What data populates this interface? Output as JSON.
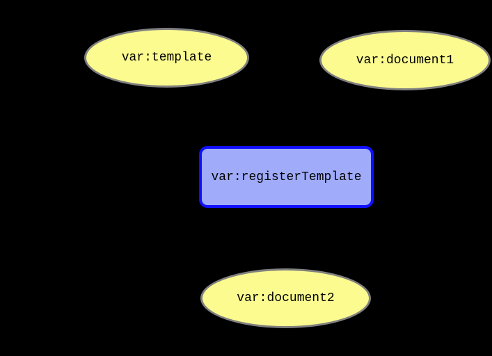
{
  "diagram": {
    "background_color": "#000000",
    "text_color": "#000000",
    "ellipse_fill_color": "#fbfb8f",
    "ellipse_border_color": "#808080",
    "rect_fill_color": "#a0acfa",
    "rect_border_color": "#1010ff",
    "nodes": [
      {
        "label": "var:template",
        "shape": "ellipse"
      },
      {
        "label": "var:document1",
        "shape": "ellipse"
      },
      {
        "label": "var:registerTemplate",
        "shape": "rounded-rectangle"
      },
      {
        "label": "var:document2",
        "shape": "ellipse"
      }
    ]
  }
}
